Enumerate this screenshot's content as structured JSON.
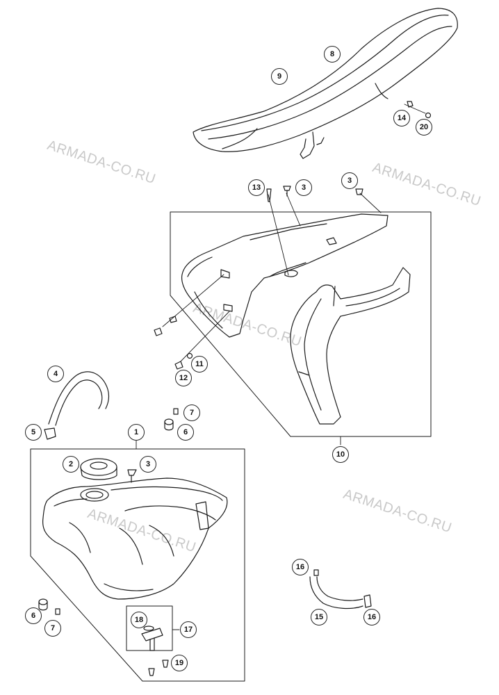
{
  "watermark": "ARMADA-CO.RU",
  "callouts": {
    "c1": "1",
    "c2": "2",
    "c3a": "3",
    "c3b": "3",
    "c3c": "3",
    "c4": "4",
    "c5": "5",
    "c6a": "6",
    "c6b": "6",
    "c7a": "7",
    "c7b": "7",
    "c8": "8",
    "c9": "9",
    "c10": "10",
    "c11": "11",
    "c12": "12",
    "c13": "13",
    "c14": "14",
    "c15": "15",
    "c16a": "16",
    "c16b": "16",
    "c17": "17",
    "c18": "18",
    "c19": "19",
    "c20": "20"
  }
}
